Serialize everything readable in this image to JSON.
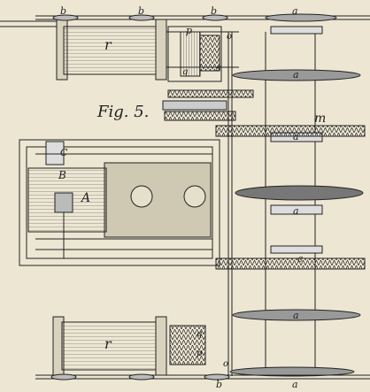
{
  "figure": {
    "caption": "Fig. 5.",
    "labels": {
      "b": "b",
      "r": "r",
      "p": "p",
      "o": "o",
      "q": "q",
      "s": "s",
      "a": "a",
      "m": "m",
      "c": "c",
      "A": "A",
      "B": "B",
      "C": "C"
    }
  }
}
